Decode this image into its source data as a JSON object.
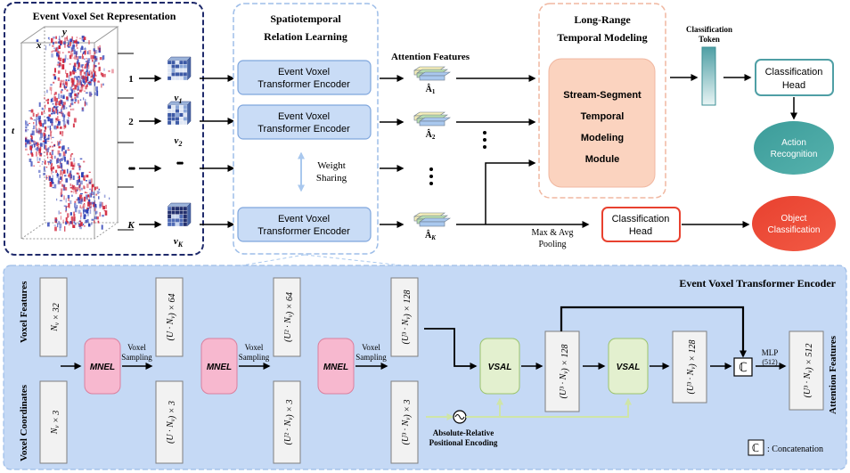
{
  "top": {
    "voxel_panel": {
      "title": "Event Voxel Set Representation",
      "axis_x": "x",
      "axis_y": "y",
      "axis_t": "t"
    },
    "rows": [
      {
        "index": "1",
        "v": "v",
        "sub": "1"
      },
      {
        "index": "2",
        "v": "v",
        "sub": "2"
      },
      {
        "index": "•••",
        "v": "",
        "sub": ""
      },
      {
        "index": "K",
        "v": "v",
        "sub": "K"
      }
    ],
    "spatio_panel": {
      "title_line1": "Spatiotemporal",
      "title_line2": "Relation Learning"
    },
    "encoder_label_line1": "Event Voxel",
    "encoder_label_line2": "Transformer Encoder",
    "weight_sharing_line1": "Weight",
    "weight_sharing_line2": "Sharing",
    "attention_features": {
      "title": "Attention Features",
      "items": [
        {
          "label": "Â",
          "sub": "1"
        },
        {
          "label": "Â",
          "sub": "2"
        },
        {
          "label": "Â",
          "sub": "K"
        }
      ]
    },
    "long_range": {
      "title_line1": "Long-Range",
      "title_line2": "Temporal Modeling",
      "module_line1": "Stream-Segment",
      "module_line2": "Temporal",
      "module_line3": "Modeling",
      "module_line4": "Module"
    },
    "classification_token_line1": "Classification",
    "classification_token_line2": "Token",
    "classification_head_line1": "Classification",
    "classification_head_line2": "Head",
    "action_recognition_line1": "Action",
    "action_recognition_line2": "Recognition",
    "object_classification_line1": "Object",
    "object_classification_line2": "Classification",
    "pooling_line1": "Max & Avg",
    "pooling_line2": "Pooling"
  },
  "bottom": {
    "title": "Event Voxel Transformer Encoder",
    "side_label_features": "Voxel Features",
    "side_label_coordinates": "Voxel Coordinates",
    "feat_boxes": [
      "N_v × 32",
      "(U · N_v) × 64",
      "(U² · N_v) × 64",
      "(U³ · N_v) × 128"
    ],
    "coord_boxes": [
      "N_v × 3",
      "(U · N_v) × 3",
      "(U² · N_v) × 3",
      "(U³ · N_v) × 3"
    ],
    "mnel_label": "MNEL",
    "sampling_line1": "Voxel",
    "sampling_line2": "Sampling",
    "vsal_label": "VSAL",
    "mid_boxes": [
      "(U³ · N_v) × 128",
      "(U³ · N_v) × 128"
    ],
    "concat_symbol": "ℂ",
    "mlp_line1": "MLP",
    "mlp_line2": "(512)",
    "output_box": "(U³ · N_v) × 512",
    "attention_features_side": "Attention Features",
    "pos_enc_line1": "Absolute-Relative",
    "pos_enc_line2": "Positional Encoding",
    "concat_legend": ": Concatenation"
  },
  "colors": {
    "navy": "#1f2a6b",
    "encoder_fill": "#c9dcf6",
    "encoder_stroke": "#7fa6dd",
    "bottom_bg": "#c5d9f5",
    "mnel_fill": "#f7b8cf",
    "vsal_fill": "#e3f0cf",
    "module_fill": "#fbd3bf",
    "teal": "#4f9fa5",
    "red": "#e8412f"
  }
}
